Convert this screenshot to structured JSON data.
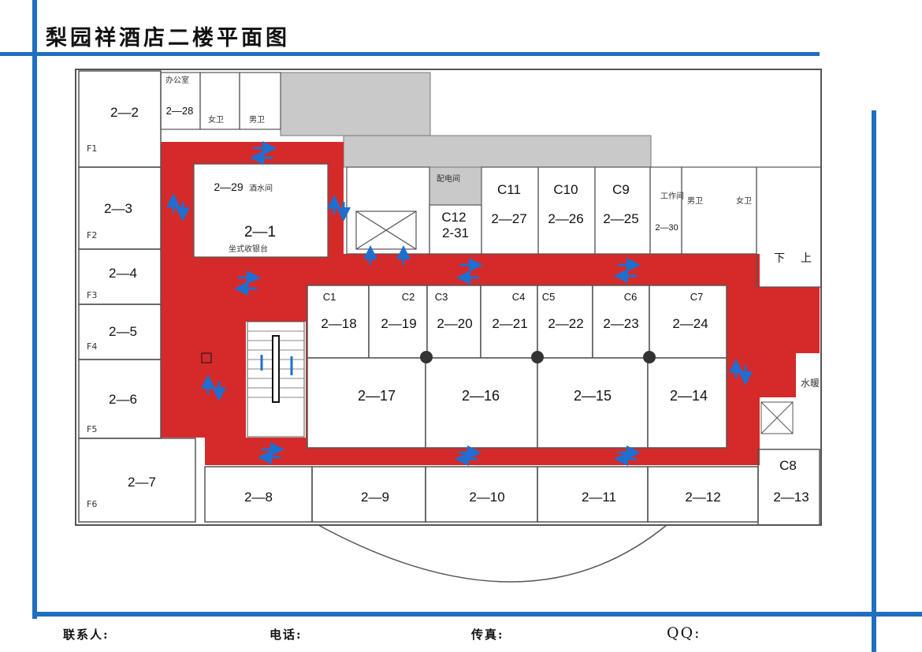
{
  "title": "梨园祥酒店二楼平面图",
  "footer": {
    "contact_label": "联系人:",
    "phone_label": "电话:",
    "fax_label": "传真:",
    "qq_label": "QQ:"
  },
  "colors": {
    "frame": "#1f6fc0",
    "corridor": "#d42a2a",
    "service_area": "#c9c9c9",
    "arrow": "#1e6fd0"
  },
  "labels": {
    "f1": "F1",
    "f2": "F2",
    "f3": "F3",
    "f4": "F4",
    "f5": "F5",
    "f6": "F6",
    "r2_2": "2—2",
    "r2_3": "2—3",
    "r2_4": "2—4",
    "r2_5": "2—5",
    "r2_6": "2—6",
    "r2_7": "2—7",
    "r2_8": "2—8",
    "r2_9": "2—9",
    "r2_10": "2—10",
    "r2_11": "2—11",
    "r2_12": "2—12",
    "r2_13": "2—13",
    "r2_14": "2—14",
    "r2_15": "2—15",
    "r2_16": "2—16",
    "r2_17": "2—17",
    "r2_18": "2—18",
    "r2_19": "2—19",
    "r2_20": "2—20",
    "r2_21": "2—21",
    "r2_22": "2—22",
    "r2_23": "2—23",
    "r2_24": "2—24",
    "r2_25": "2—25",
    "r2_26": "2—26",
    "r2_27": "2—27",
    "r2_28": "2—28",
    "r2_29": "2—29",
    "r2_30": "2—30",
    "r2_1": "2—1",
    "c1": "C1",
    "c2": "C2",
    "c3": "C3",
    "c4": "C4",
    "c5": "C5",
    "c6": "C6",
    "c7": "C7",
    "c8": "C8",
    "c9": "C9",
    "c10": "C10",
    "c11": "C11",
    "c12": "C12",
    "r2_31": "2-31",
    "water_room": "酒水间",
    "bar": "坐式收银台",
    "office": "办公室",
    "ladies": "女卫",
    "gents": "男卫",
    "power_room": "配电间",
    "work_room": "工作间",
    "gents2": "男卫",
    "ladies2": "女卫",
    "down": "下",
    "up": "上",
    "heating": "水暖"
  }
}
